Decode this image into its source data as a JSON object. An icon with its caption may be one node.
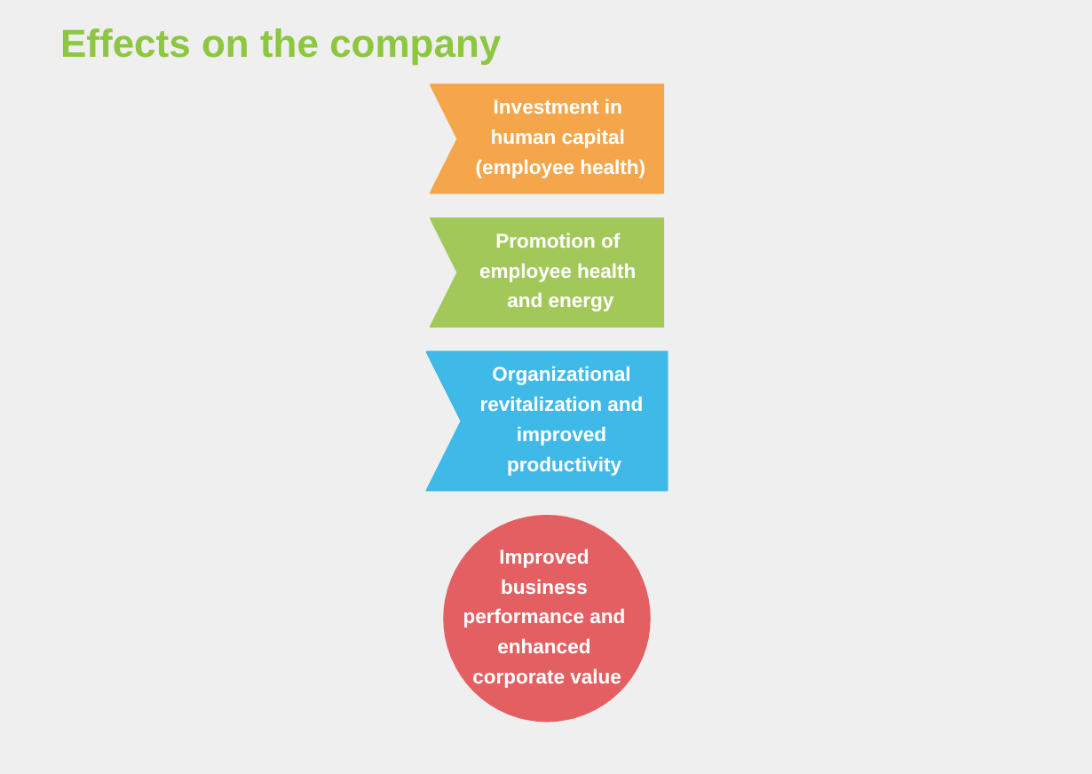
{
  "diagram": {
    "title": "Effects on the company",
    "nodes": [
      {
        "text": [
          "Investment in human capital (employee health)"
        ]
      },
      {
        "text": [
          "Promotion of employee health and energy"
        ]
      },
      {
        "text": [
          "Organizational revitalization and improved productivity"
        ]
      },
      {
        "text": [
          "Improved business performance and enhanced corporate value"
        ]
      }
    ]
  }
}
